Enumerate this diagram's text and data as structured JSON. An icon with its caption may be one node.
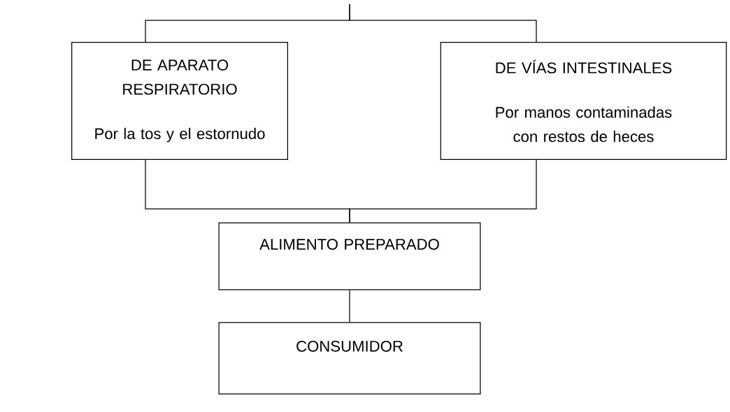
{
  "diagram": {
    "nodes": [
      {
        "text": [
          "DE APARATO RESPIRATORIO",
          "Por la tos y el estornudo"
        ]
      },
      {
        "text": [
          "DE VÍAS INTESTINALES",
          "Por manos contaminadas con restos de heces"
        ]
      },
      {
        "text": [
          "ALIMENTO PREPARADO"
        ]
      },
      {
        "text": [
          "CONSUMIDOR"
        ]
      }
    ],
    "edges": [
      {
        "from": null,
        "to": 0,
        "arrow": "none"
      },
      {
        "from": null,
        "to": 1,
        "arrow": "none"
      },
      {
        "from": 0,
        "to": 2,
        "arrow": "none"
      },
      {
        "from": 1,
        "to": 2,
        "arrow": "none"
      },
      {
        "from": 2,
        "to": 3,
        "arrow": "none"
      }
    ]
  }
}
